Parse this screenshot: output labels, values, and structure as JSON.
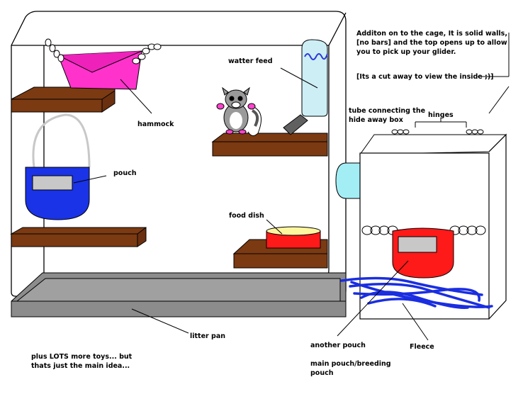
{
  "labels": {
    "hammock": "hammock",
    "pouch": "pouch",
    "water_feed": "watter feed",
    "tube": [
      "tube connecting the",
      "hide away box"
    ],
    "hinges": "hinges",
    "food_dish": "food dish",
    "litter_pan": "litter pan",
    "another_pouch": "another pouch",
    "fleece": "Fleece",
    "main_pouch": [
      "main pouch/breeding",
      "pouch"
    ]
  },
  "notes": {
    "addition": [
      "Additon on to the cage, It is solid walls,",
      "[no bars] and the top opens up to allow",
      "you to pick up your glider."
    ],
    "cutaway": "[Its a cut away to view the inside ;)]",
    "toys": [
      "plus LOTS more toys... but",
      "thats just the main idea..."
    ]
  },
  "colors": {
    "shelf": "#7b3a12",
    "hammock": "#ff33cc",
    "pouch": "#1a33e6",
    "water_bottle": "#cdeef5",
    "water_wave": "#2a3adb",
    "tube": "#a3eef5",
    "food_dish": "#ff1a1a",
    "food": "#fff7a0",
    "litter_pan": "#8c8c8c",
    "fleece": "#1a2ee0",
    "ring": "#e6e6e6",
    "glider_body": "#9a9a9a",
    "glider_pink": "#ff44cc"
  }
}
